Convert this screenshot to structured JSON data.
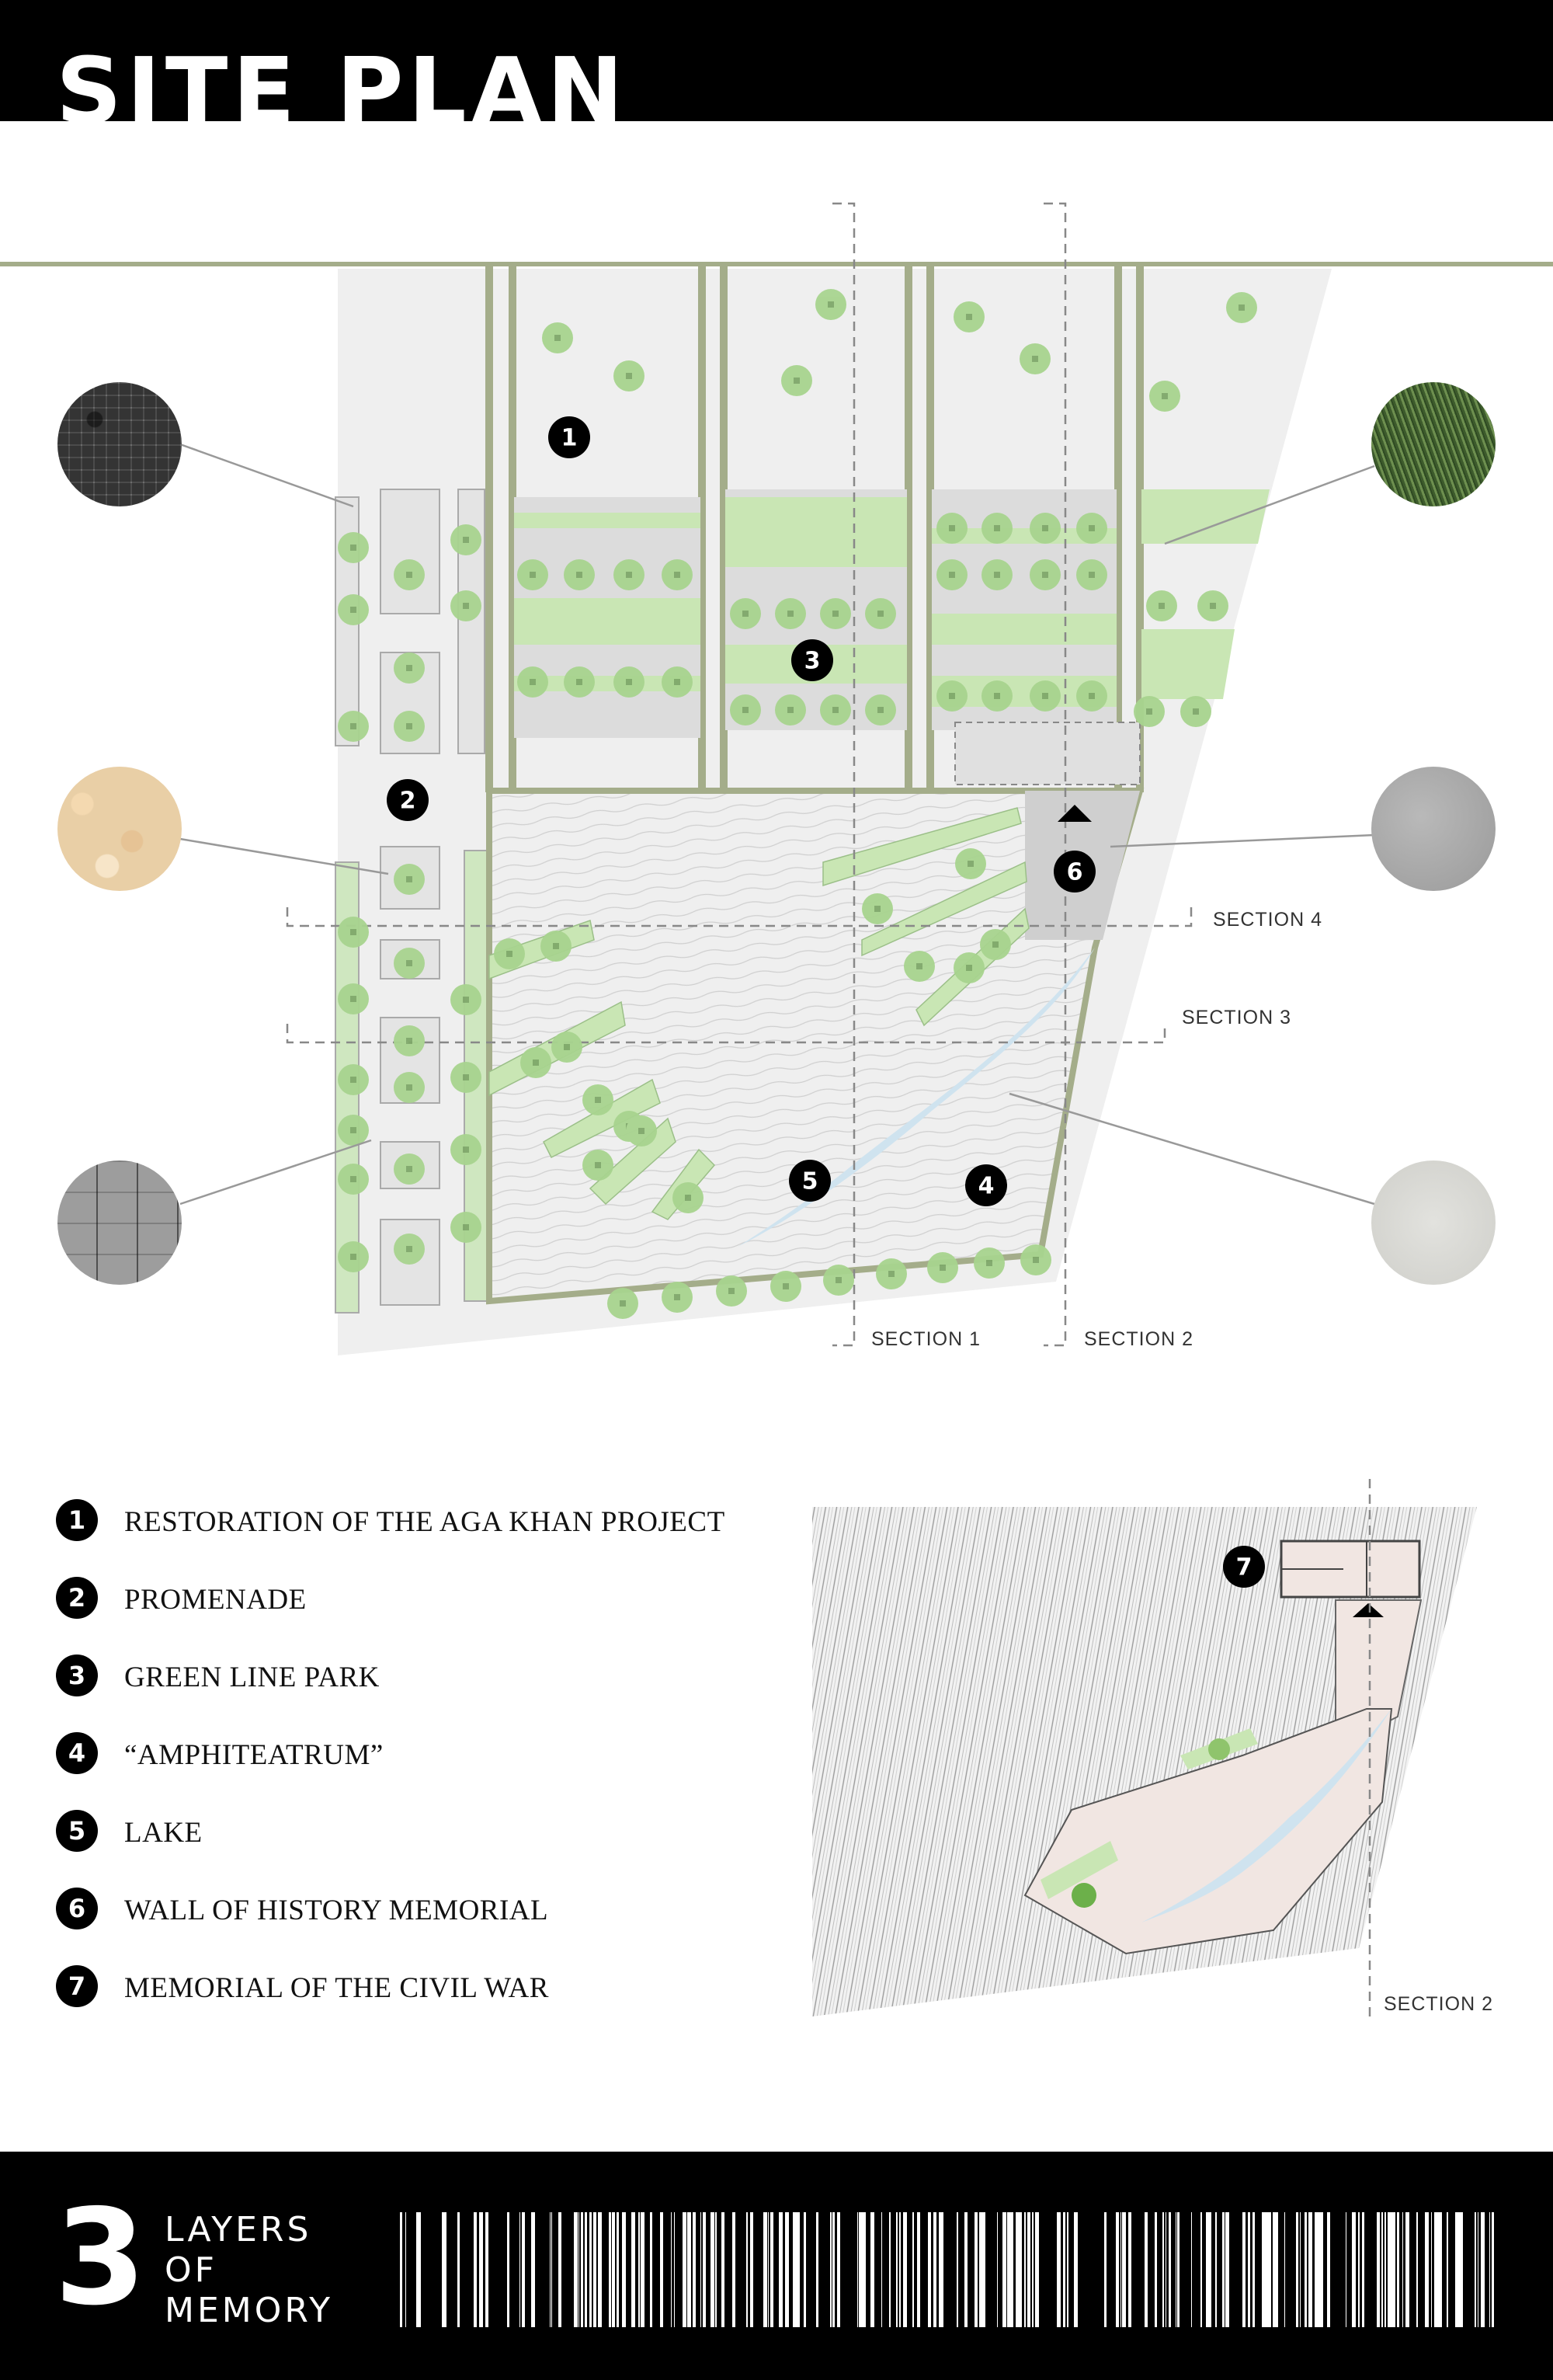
{
  "header": {
    "title": "SITE PLAN"
  },
  "plan": {
    "markers": [
      "1",
      "2",
      "3",
      "4",
      "5",
      "6"
    ],
    "section_labels": {
      "s1": "SECTION 1",
      "s2": "SECTION 2",
      "s3": "SECTION 3",
      "s4": "SECTION 4"
    },
    "colors": {
      "green": "#a8d48f",
      "olive": "#a4ad8a",
      "lake": "#cfe3ef",
      "ground": "#efefef"
    }
  },
  "materials": [
    "cobblestone",
    "gravel",
    "stone-tiles",
    "grass",
    "concrete",
    "terrazzo"
  ],
  "legend": [
    {
      "num": "1",
      "label": "RESTORATION OF THE AGA KHAN PROJECT"
    },
    {
      "num": "2",
      "label": "PROMENADE"
    },
    {
      "num": "3",
      "label": "GREEN LINE PARK"
    },
    {
      "num": "4",
      "label": "“AMPHITEATRUM”"
    },
    {
      "num": "5",
      "label": "LAKE"
    },
    {
      "num": "6",
      "label": "WALL OF HISTORY MEMORIAL"
    },
    {
      "num": "7",
      "label": "MEMORIAL OF THE CIVIL WAR"
    }
  ],
  "inset": {
    "marker": "7",
    "section_label": "SECTION 2"
  },
  "footer": {
    "number": "3",
    "text": "LAYERS\nOF\nMEMORY"
  }
}
